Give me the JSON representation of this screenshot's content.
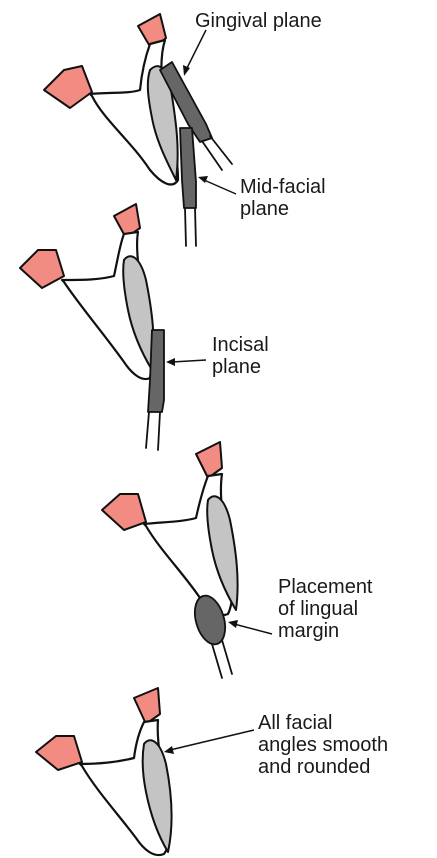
{
  "figure": {
    "labels": {
      "gingival_plane": [
        "Gingival plane"
      ],
      "mid_facial_plane": [
        "Mid-facial",
        "plane"
      ],
      "incisal_plane": [
        "Incisal",
        "plane"
      ],
      "lingual_margin": [
        "Placement",
        "of lingual",
        "margin"
      ],
      "facial_angles": [
        "All facial",
        "angles smooth",
        "and rounded"
      ]
    },
    "colors": {
      "gingiva": "#f28b82",
      "facial_surface": "#c4c4c4",
      "instrument": "#666666"
    }
  }
}
